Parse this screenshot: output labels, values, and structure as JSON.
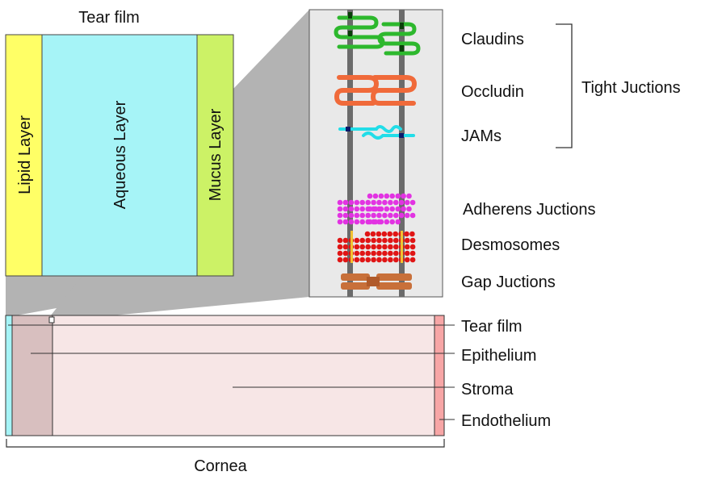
{
  "tear_film": {
    "title": "Tear film",
    "layers": [
      {
        "label": "Lipid Layer",
        "color": "#ffff66"
      },
      {
        "label": "Aqueous Layer",
        "color": "#a6f4f7"
      },
      {
        "label": "Mucus Layer",
        "color": "#ccf266"
      }
    ]
  },
  "junctions": {
    "items": [
      {
        "label": "Claudins",
        "color": "#2db82d"
      },
      {
        "label": "Occludin",
        "color": "#f06a3a"
      },
      {
        "label": "JAMs",
        "color": "#22dde8"
      },
      {
        "label": "Adherens Juctions",
        "color": "#e233e2"
      },
      {
        "label": "Desmosomes",
        "color": "#e01515"
      },
      {
        "label": "Gap Juctions",
        "color": "#c8703a"
      }
    ],
    "group_label": "Tight Juctions"
  },
  "cornea": {
    "label": "Cornea",
    "layers": [
      {
        "label": "Tear film",
        "color": "#a6f4f7"
      },
      {
        "label": "Epithelium",
        "color": "#d8bfbf"
      },
      {
        "label": "Stroma",
        "color": "#f7e6e6"
      },
      {
        "label": "Endothelium",
        "color": "#f7a6a6"
      }
    ]
  }
}
